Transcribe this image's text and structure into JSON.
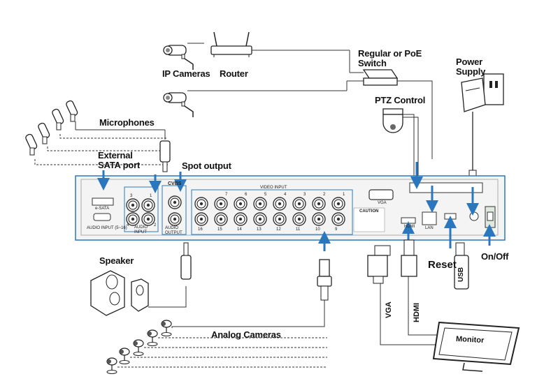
{
  "labels": {
    "ip_cameras": "IP Cameras",
    "router": "Router",
    "switch": "Regular or PoE\nSwitch",
    "power_supply": "Power\nSupply",
    "microphones": "Microphones",
    "ptz_control": "PTZ Control",
    "external_sata": "External\nSATA port",
    "spot_output": "Spot output",
    "speaker": "Speaker",
    "analog_cameras": "Analog Cameras",
    "reset": "Reset",
    "on_off": "On/Off",
    "usb": "USB",
    "vga": "VGA",
    "hdmi": "HDMI",
    "monitor": "Monitor"
  },
  "panel": {
    "esata": "e-SATA",
    "audio_input_range": "AUDIO INPUT (5~16)",
    "audio_input": "AUDIO\nINPUT",
    "audio_output": "AUDIO\nOUTPUT",
    "cvbs": "CVBS",
    "video_input": "VIDEO INPUT",
    "vga": "VGA",
    "hdmi": "HDMI",
    "lan": "LAN",
    "caution": "CAUTION",
    "audio_nums_top": [
      "3",
      "1"
    ],
    "audio_nums_bottom": [
      "4",
      "2"
    ],
    "bnc_top_numbers": [
      "",
      "7",
      "6",
      "5",
      "4",
      "3",
      "2",
      "1"
    ],
    "bnc_bottom_numbers": [
      "16",
      "15",
      "14",
      "13",
      "12",
      "11",
      "10",
      "9"
    ]
  },
  "colors": {
    "arrow": "#2b77bd",
    "line": "#333333",
    "panel_fill": "#f4f4f4",
    "panel_border": "#2b77bd"
  }
}
